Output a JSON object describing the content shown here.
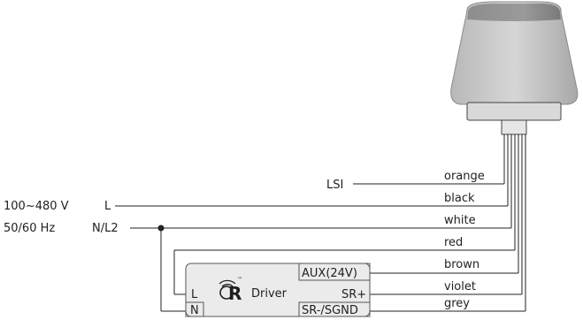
{
  "supply": {
    "voltage": "100~480 V",
    "frequency": "50/60 Hz",
    "terminal_l": "L",
    "terminal_n": "N/L2"
  },
  "lsi_label": "LSI",
  "wires": [
    "orange",
    "black",
    "white",
    "red",
    "brown",
    "violet",
    "grey"
  ],
  "driver": {
    "name": "Driver",
    "logo_letter": "R",
    "trademark": "™",
    "terminal_l": "L",
    "terminal_n": "N",
    "aux": "AUX(24V)",
    "sr_plus": "SR+",
    "sr_minus": "SR-/SGND"
  },
  "colors": {
    "wire": "#222222",
    "fixture_body": "#c8c8c8",
    "driver_fill": "#ebebeb"
  }
}
